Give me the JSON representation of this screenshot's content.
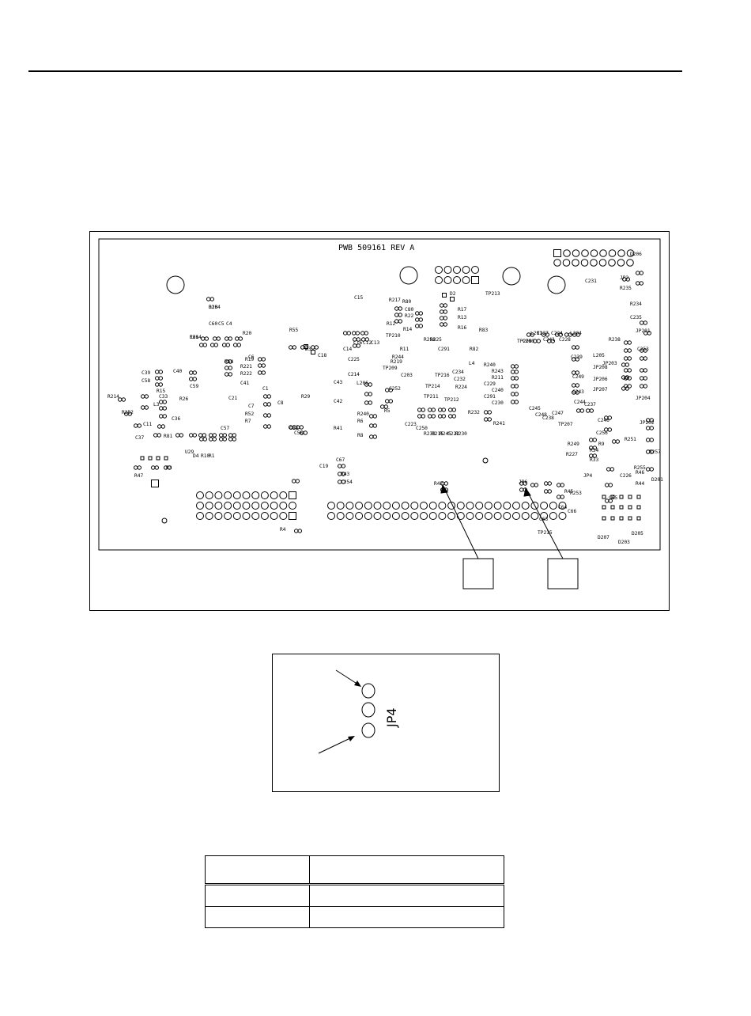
{
  "board": {
    "title": "PWB 509161 REV A",
    "component_labels": [
      "R18",
      "C61",
      "C60",
      "C5",
      "C4",
      "R20",
      "C6",
      "R55",
      "D3",
      "C18",
      "C14",
      "C15",
      "C16",
      "C12",
      "C13",
      "R217",
      "R12",
      "R14",
      "TP210",
      "R80",
      "C80",
      "R22",
      "D2",
      "R17",
      "R13",
      "R16",
      "TP213",
      "R19",
      "R221",
      "R222",
      "R54",
      "C39",
      "C40",
      "C41",
      "C58",
      "R15",
      "C59",
      "R26",
      "C21",
      "C1",
      "C7",
      "R52",
      "R7",
      "C8",
      "R29",
      "C43",
      "C42",
      "R41",
      "C225",
      "C214",
      "L206",
      "R240",
      "R6",
      "R8",
      "R5",
      "C252",
      "R244",
      "R11",
      "R258",
      "R225",
      "R219",
      "C291",
      "TP209",
      "C203",
      "TP214",
      "TP216",
      "TP211",
      "TP212",
      "C223",
      "C250",
      "R233",
      "R215",
      "R245",
      "C222",
      "R230",
      "R232",
      "R241",
      "R214",
      "R252",
      "L3",
      "C33",
      "C36",
      "C11",
      "C37",
      "R81",
      "U29",
      "D4",
      "R10",
      "R1",
      "C57",
      "C38",
      "C56",
      "C19",
      "C67",
      "R43",
      "C254",
      "R47",
      "R3",
      "R4",
      "R83",
      "R82",
      "L4",
      "TP208",
      "C290",
      "L291",
      "C227",
      "C241",
      "C224",
      "C228",
      "L204",
      "C234",
      "C232",
      "R224",
      "R240",
      "R243",
      "R211",
      "C229",
      "C240",
      "C291",
      "C230",
      "C239",
      "C249",
      "C243",
      "C244",
      "C237",
      "C245",
      "C248",
      "C238",
      "C247",
      "TP207",
      "C246",
      "C256",
      "R249",
      "R227",
      "C226",
      "R255",
      "R253",
      "C66",
      "C65",
      "D207",
      "D203",
      "D205",
      "D206",
      "C231",
      "JP2",
      "R235",
      "R234",
      "C235",
      "R238",
      "JP201",
      "L205",
      "JP203",
      "C253",
      "JP208",
      "JP206",
      "JP207",
      "JP204",
      "JP202",
      "R251",
      "R257",
      "TP215",
      "C63",
      "C64",
      "R45",
      "R42",
      "JP6",
      "JP4",
      "R33",
      "R34",
      "R9",
      "R46",
      "R44",
      "D201",
      "D204",
      "R264"
    ]
  },
  "detail": {
    "jumper_label": "JP4"
  },
  "table": {
    "headers": [
      "",
      ""
    ],
    "rows": [
      [
        "",
        ""
      ],
      [
        "",
        ""
      ]
    ]
  }
}
